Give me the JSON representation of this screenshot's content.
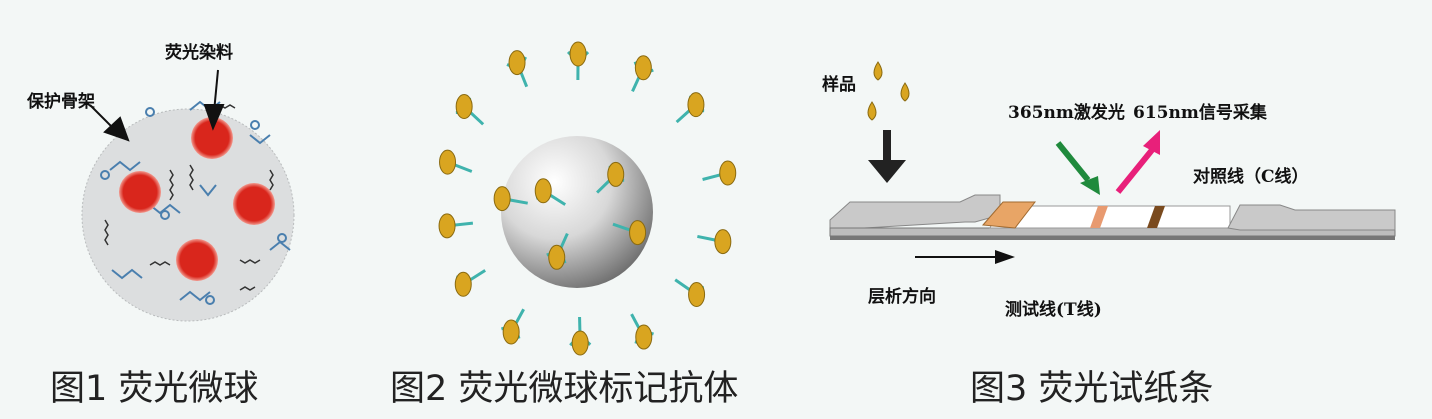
{
  "figure1": {
    "caption": "图1 荧光微球",
    "labels": {
      "dye": "荧光染料",
      "skeleton": "保护骨架"
    },
    "colors": {
      "dye": "#d9261c",
      "sphere": "#dcdedf",
      "chain": "#4a7fae"
    }
  },
  "figure2": {
    "caption": "图2 荧光微球标记抗体",
    "colors": {
      "antibody": "#3fb3ad",
      "antigen": "#d9a520"
    }
  },
  "figure3": {
    "caption": "图3 荧光试纸条",
    "labels": {
      "sample": "样品",
      "excitation": "365nm激发光",
      "signal": "615nm信号采集",
      "control_line": "对照线（C线）",
      "flow_direction": "层析方向",
      "test_line": "测试线(T线)"
    },
    "colors": {
      "sample_drop": "#d9a520",
      "excitation_arrow": "#1f8a3c",
      "signal_arrow": "#e8207a",
      "pad": "#e8a566",
      "control_line": "#7a4a1e"
    }
  }
}
